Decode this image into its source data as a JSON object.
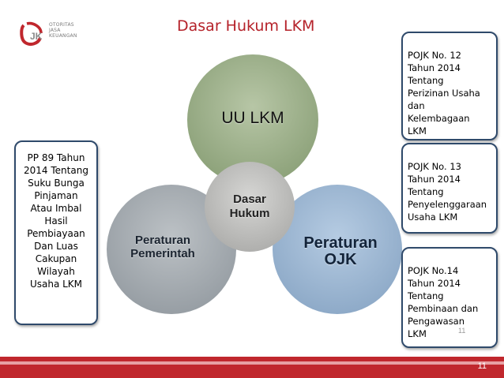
{
  "header": {
    "title": "Dasar Hukum LKM",
    "logo_mark": "OJK",
    "logo_lines": [
      "OTORITAS",
      "JASA",
      "KEUANGAN"
    ]
  },
  "diagram": {
    "center": "Dasar\nHukum",
    "top": "UU LKM",
    "left": "Peraturan\nPemerintah",
    "right": "Peraturan\nOJK"
  },
  "left_box": {
    "text": "PP 89 Tahun\n2014 Tentang\nSuku Bunga\nPinjaman\nAtau Imbal\nHasil\nPembiayaan\nDan Luas\nCakupan\nWilayah\nUsaha LKM"
  },
  "right_boxes": [
    {
      "text": "POJK No. 12\nTahun 2014\nTentang\nPerizinan Usaha\ndan\nKelembagaan\nLKM"
    },
    {
      "text": "POJK No. 13\nTahun 2014\nTentang\nPenyelenggaraan\nUsaha LKM"
    },
    {
      "text": "POJK No.14\nTahun 2014\nTentang\nPembinaan dan\nPengawasan\nLKM"
    }
  ],
  "inner_page_number": "11",
  "footer": {
    "page_number": "11"
  },
  "colors": {
    "top_circle": "#9caf88",
    "left_circle": "#a6acb1",
    "right_circle": "#9fb8d4",
    "center_circle": "#c2c2c0",
    "accent": "#c0272d",
    "box_border": "#2f4a6b"
  }
}
